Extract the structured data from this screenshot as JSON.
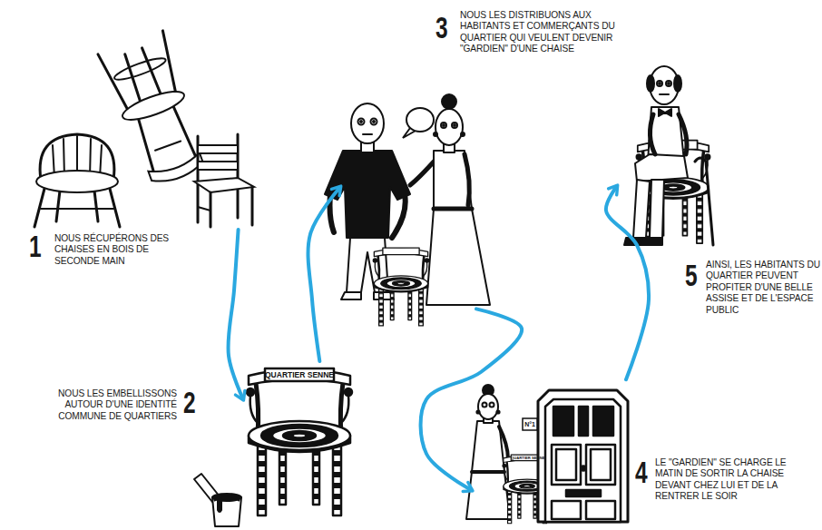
{
  "diagram": {
    "nodes": [
      {
        "text": [
          "1",
          "NOUS RÉCUPÉRONS DES CHAISES EN BOIS DE SECONDE MAIN"
        ]
      },
      {
        "text": [
          "2",
          "NOUS LES EMBELLISSONS AUTOUR D'UNE IDENTITÉ COMMUNE DE QUARTIERS"
        ]
      },
      {
        "text": [
          "3",
          "NOUS LES DISTRIBUONS AUX HABITANTS ET COMMERÇANTS DU QUARTIER QUI VEULENT DEVENIR \"GARDIEN\" D'UNE CHAISE"
        ]
      },
      {
        "text": [
          "4",
          "LE \"GARDIEN\" SE CHARGE LE MATIN DE SORTIR LA CHAISE DEVANT CHEZ LUI ET DE LA RENTRER LE SOIR"
        ]
      },
      {
        "text": [
          "5",
          "AINSI, LES HABITANTS DU QUARTIER PEUVENT PROFITER D'UNE BELLE ASSISE ET DE L'ESPACE PUBLIC"
        ]
      }
    ],
    "edges": [
      {
        "from": 0,
        "to": 1,
        "arrow": "to"
      },
      {
        "from": 1,
        "to": 2,
        "arrow": "to"
      },
      {
        "from": 2,
        "to": 3,
        "arrow": "to"
      },
      {
        "from": 3,
        "to": 4,
        "arrow": "to"
      }
    ],
    "labels": [
      "QUARTIER SENNE",
      "QUARTIER SENNE",
      "N°1"
    ]
  }
}
